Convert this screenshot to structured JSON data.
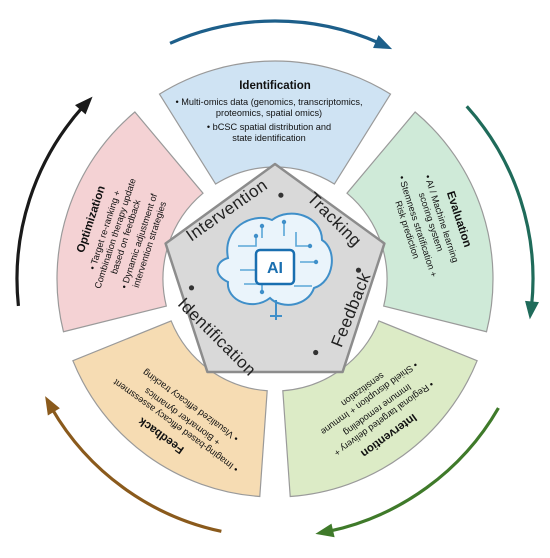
{
  "center": {
    "words": [
      "Intervention",
      "Tracking",
      "Feedback",
      "Identification"
    ],
    "ai_label": "AI",
    "icon": "brain-circuit-icon"
  },
  "sectors": [
    {
      "key": "identification",
      "title": "Identification",
      "items": [
        "Multi-omics data (genomics, transcriptomics, proteomics, spatial omics)",
        "bCSC spatial distribution and state identification"
      ],
      "lines": [
        [
          "• Multi-omics data (genomics, transcriptomics,",
          "proteomics, spatial omics)"
        ],
        [
          "• bCSC spatial distribution and",
          "state identification"
        ]
      ],
      "fill": "#cfe3f3",
      "arrow": "#1d5f8a"
    },
    {
      "key": "evaluation",
      "title": "Evaluation",
      "items": [
        "AI / Machine learning scoring system",
        "Stemness stratification + Risk prediction"
      ],
      "lines": [
        [
          "• AI / Machine learning",
          "scoring system"
        ],
        [
          "• Stemness stratification +",
          "Risk prediction"
        ]
      ],
      "fill": "#cfead8",
      "arrow": "#1f6b5a"
    },
    {
      "key": "intervention",
      "title": "Intervention",
      "items": [
        "Regional targeted delivery + Immune remodeling",
        "Shield disruption + Immune sensitization"
      ],
      "lines": [
        [
          "• Regional targeted delivery +",
          "Immune remodeling"
        ],
        [
          "• Shield disruption + Immune",
          "sensitization"
        ]
      ],
      "fill": "#dcebc6",
      "arrow": "#3f7a2a"
    },
    {
      "key": "feedback",
      "title": "Feedback",
      "items": [
        "Imaging-based efficacy assessment + Biomarker dynamics",
        "Visualized efficacy tracking"
      ],
      "lines": [
        [
          "• Imaging-based efficacy assessment",
          "+ Biomarker dynamics"
        ],
        [
          "• Visualized efficacy tracking"
        ]
      ],
      "fill": "#f6dcb3",
      "arrow": "#8a5a1c"
    },
    {
      "key": "optimization",
      "title": "Optimization",
      "items": [
        "Target re-ranking + Combination therapy update based on feedback",
        "Dynamic adjustment of intervention strategies"
      ],
      "lines": [
        [
          "• Target re-ranking +",
          "Combination therapy update",
          "based on feedback"
        ],
        [
          "• Dynamic adjustment of",
          "intervention strategies"
        ]
      ],
      "fill": "#f4d2d4",
      "arrow": "#1a1a1a"
    }
  ]
}
